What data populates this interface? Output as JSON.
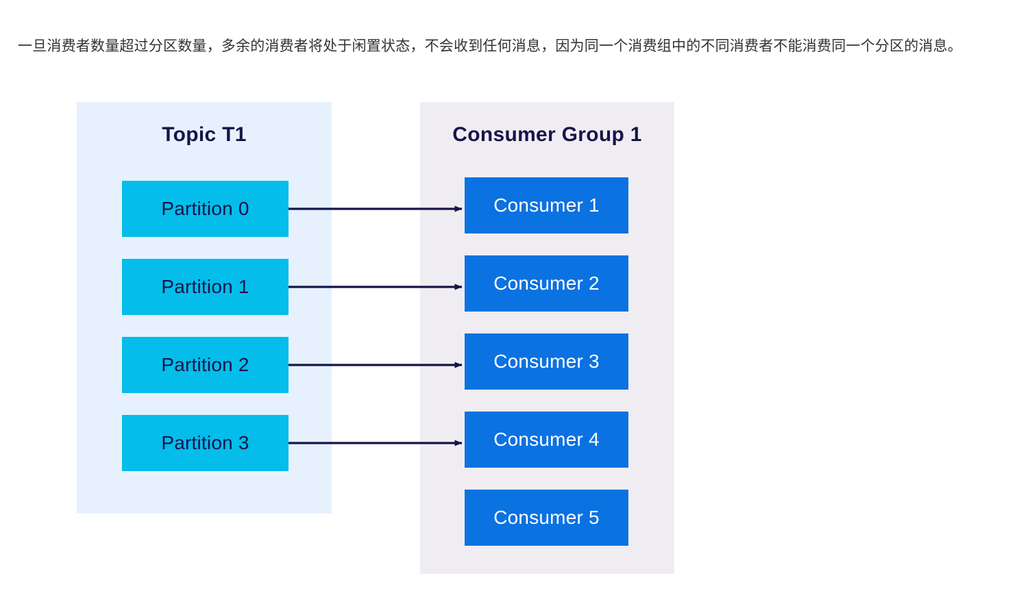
{
  "paragraph": {
    "text": "一旦消费者数量超过分区数量，多余的消费者将处于闲置状态，不会收到任何消息，因为同一个消费组中的不同消费者不能消费同一个分区的消息。"
  },
  "diagram": {
    "type": "kafka-partition-consumer-mapping",
    "topic_panel": {
      "title": "Topic T1",
      "background": "#e7f1fd",
      "box_color": "#04bdea",
      "text_color": "#161549",
      "partitions": [
        {
          "label": "Partition 0"
        },
        {
          "label": "Partition 1"
        },
        {
          "label": "Partition 2"
        },
        {
          "label": "Partition 3"
        }
      ]
    },
    "group_panel": {
      "title": "Consumer Group 1",
      "background": "#f0edf2",
      "box_color": "#0b72e1",
      "text_color": "#ffffff",
      "consumers": [
        {
          "label": "Consumer 1",
          "assigned": true
        },
        {
          "label": "Consumer 2",
          "assigned": true
        },
        {
          "label": "Consumer 3",
          "assigned": true
        },
        {
          "label": "Consumer 4",
          "assigned": true
        },
        {
          "label": "Consumer 5",
          "assigned": false
        }
      ]
    },
    "arrow_color": "#161549",
    "links": [
      {
        "from": "Partition 0",
        "to": "Consumer 1"
      },
      {
        "from": "Partition 1",
        "to": "Consumer 2"
      },
      {
        "from": "Partition 2",
        "to": "Consumer 3"
      },
      {
        "from": "Partition 3",
        "to": "Consumer 4"
      }
    ]
  }
}
